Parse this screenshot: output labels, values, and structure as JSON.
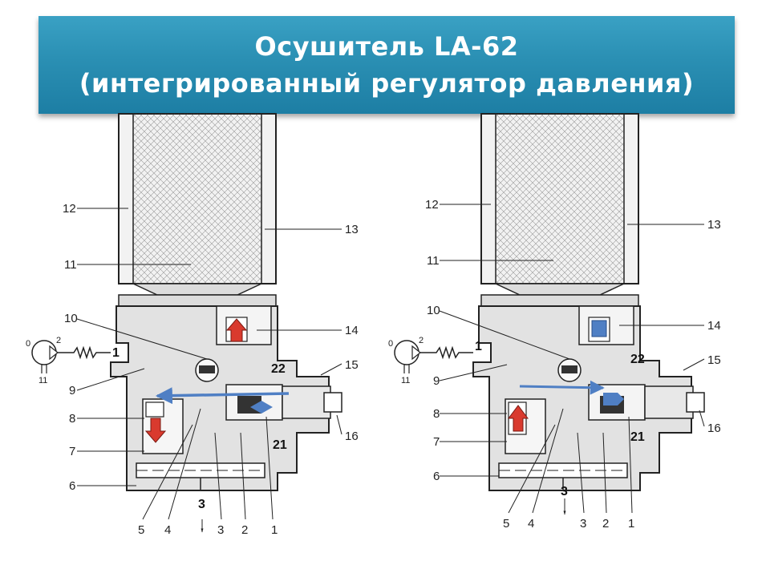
{
  "title": {
    "line1": "Осушитель  LA-62",
    "line2": "(интегрированный регулятор давления)"
  },
  "colors": {
    "banner": "#2a8fb3",
    "flow_arrow": "#4f7fc4",
    "piston_red": "#d93a2e",
    "housing": "#dcdcdc"
  },
  "diagram": {
    "left_labels": [
      "12",
      "11",
      "10",
      "9",
      "8",
      "7",
      "6"
    ],
    "right_labels": [
      "13",
      "14",
      "22",
      "15",
      "16",
      "21"
    ],
    "bottom_labels": [
      "5",
      "4",
      "3",
      "2",
      "1"
    ],
    "port_label": "3",
    "gauge_labels": [
      "0",
      "2",
      "11",
      "1"
    ]
  }
}
